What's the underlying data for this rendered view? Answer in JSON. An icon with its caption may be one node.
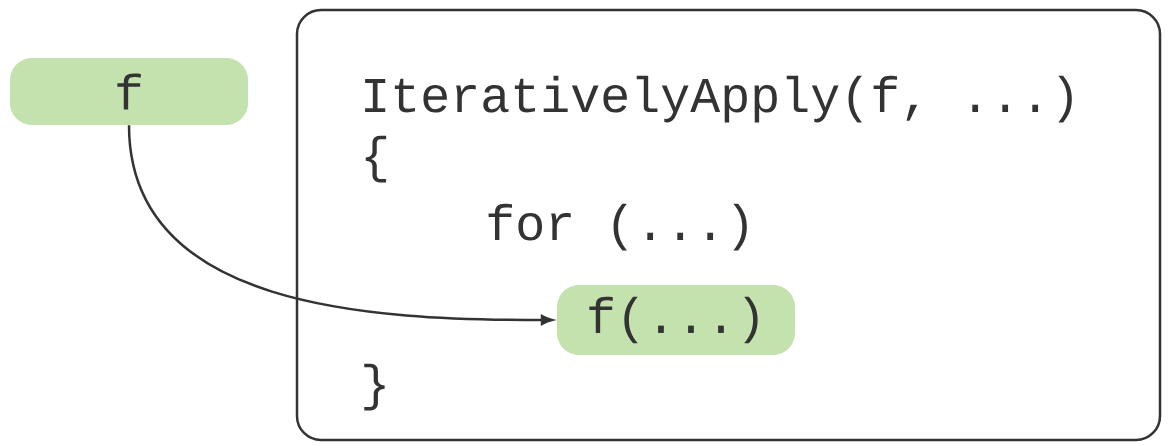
{
  "diagram": {
    "nodes": [
      {
        "text": [
          "f"
        ]
      },
      {
        "text": [
          "IterativelyApply(f, ...)",
          "{",
          "for (...)",
          "}"
        ]
      },
      {
        "text": [
          "f(...)"
        ],
        "in": 1
      }
    ],
    "edges": [
      {
        "from": 0,
        "to": 2,
        "arrow": "to"
      }
    ]
  }
}
